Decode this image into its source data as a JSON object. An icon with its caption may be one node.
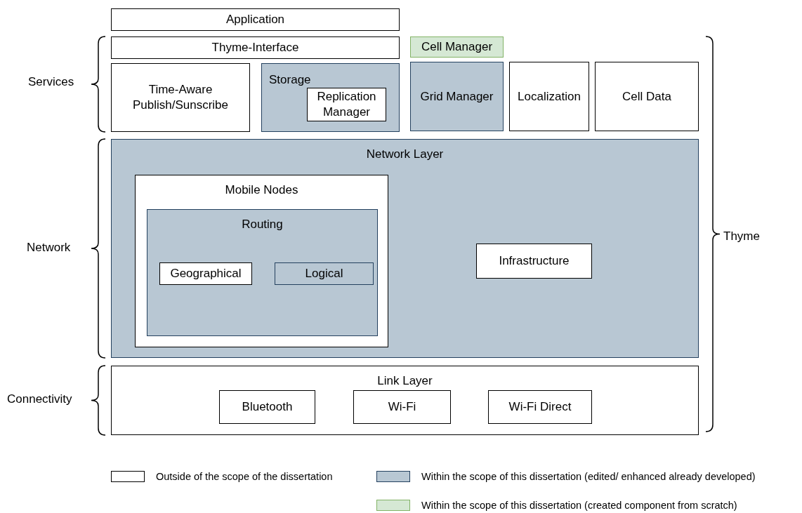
{
  "diagram": {
    "nodes": [
      {
        "text": [
          "Application"
        ]
      },
      {
        "text": [
          "Thyme-Interface"
        ]
      },
      {
        "text": [
          "Cell Manager"
        ]
      },
      {
        "text": [
          "Time-Aware Publish/Sunscribe"
        ]
      },
      {
        "text": [
          "Storage"
        ]
      },
      {
        "text": [
          "Replication Manager"
        ],
        "in": 4
      },
      {
        "text": [
          "Grid Manager"
        ]
      },
      {
        "text": [
          "Localization"
        ]
      },
      {
        "text": [
          "Cell Data"
        ]
      },
      {
        "text": [
          "Network Layer"
        ]
      },
      {
        "text": [
          "Mobile Nodes"
        ],
        "in": 9
      },
      {
        "text": [
          "Routing"
        ],
        "in": 10
      },
      {
        "text": [
          "Geographical"
        ],
        "in": 11
      },
      {
        "text": [
          "Logical"
        ],
        "in": 11
      },
      {
        "text": [
          "Infrastructure"
        ],
        "in": 9
      },
      {
        "text": [
          "Link Layer"
        ]
      },
      {
        "text": [
          "Bluetooth"
        ],
        "in": 15
      },
      {
        "text": [
          "Wi-Fi"
        ],
        "in": 15
      },
      {
        "text": [
          "Wi-Fi Direct"
        ],
        "in": 15
      }
    ],
    "edges": [],
    "labels": [
      "Services",
      "Network",
      "Connectivity",
      "Thyme"
    ],
    "legend": [
      {
        "text": "Outside of the scope of the dissertation",
        "color": "#ffffff"
      },
      {
        "text": "Within the scope of this dissertation (edited/ enhanced already developed)",
        "color": "#b8c7d3"
      },
      {
        "text": "Within the scope of this dissertation (created component from scratch)",
        "color": "#d5e8d4"
      }
    ]
  }
}
